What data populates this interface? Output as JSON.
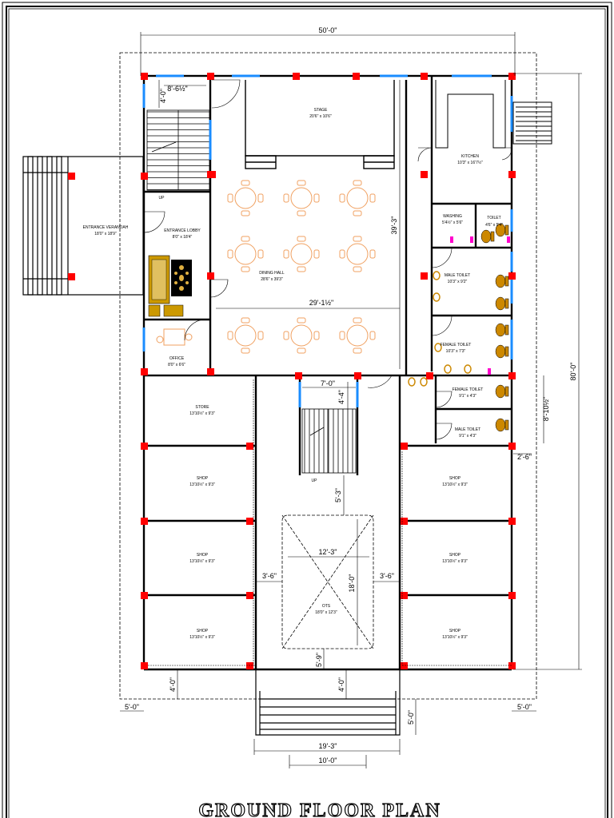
{
  "title": "GROUND FLOOR PLAN",
  "colors": {
    "column": "#ff0000",
    "window": "#1a8cff",
    "furniture": "#f0a060",
    "fixture": "#cc8800",
    "magenta": "#ff00cc"
  },
  "rooms": {
    "stage": {
      "name": "STAGE",
      "size": "20'6\" x 10'6\""
    },
    "kitchen": {
      "name": "KITCHEN",
      "size": "10'3\" x 16'7½\""
    },
    "washing": {
      "name": "WASHING",
      "size": "5'4½\" x 5'6\""
    },
    "toilet": {
      "name": "TOILET",
      "size": "4'6\" x 5'4\""
    },
    "male_toilet_1": {
      "name": "MALE TOILET",
      "size": "10'3\" x 9'2\""
    },
    "female_toilet_1": {
      "name": "FEMALE TOILET",
      "size": "10'3\" x 7'3\""
    },
    "female_toilet_2": {
      "name": "FEMALE TOILET",
      "size": "9'1\" x 4'3\""
    },
    "male_toilet_2": {
      "name": "MALE TOILET",
      "size": "9'1\" x 4'3\""
    },
    "verandah": {
      "name": "ENTRANCE VERANDAH",
      "size": "18'0\" x 18'9\""
    },
    "lobby": {
      "name": "ENTRANCE LOBBY",
      "size": "8'0\" x 18'4\""
    },
    "dining": {
      "name": "DINING HALL",
      "size": "28'6\" x 39'3\""
    },
    "office": {
      "name": "OFFICE",
      "size": "8'0\" x 6'6\""
    },
    "store": {
      "name": "STORE",
      "size": "13'10½\" x 9'3\""
    },
    "shop_l1": {
      "name": "SHOP",
      "size": "13'10½\" x 9'3\""
    },
    "shop_l2": {
      "name": "SHOP",
      "size": "13'10½\" x 9'3\""
    },
    "shop_l3": {
      "name": "SHOP",
      "size": "13'10½\" x 9'3\""
    },
    "shop_r1": {
      "name": "SHOP",
      "size": "13'10½\" x 9'3\""
    },
    "shop_r2": {
      "name": "SHOP",
      "size": "13'10½\" x 9'3\""
    },
    "shop_r3": {
      "name": "SHOP",
      "size": "13'10½\" x 9'3\""
    },
    "ots": {
      "name": "OTS",
      "size": "18'0\" x 12'3\""
    }
  },
  "dims": {
    "overall_width": "50'-0\"",
    "overall_depth": "80'-0\"",
    "stair_top": "8'-6½\"",
    "stair_left": "4'-0\"",
    "hall_depth": "39'-3\"",
    "hall_width": "29'-1½\"",
    "stair2_w": "7'-0\"",
    "stair2_h": "4'-4\"",
    "toilet_h": "8'-10½\"",
    "small": "2'-6\"",
    "ots_w": "12'-3\"",
    "ots_h": "18'-0\"",
    "ots_top": "5'-3\"",
    "ots_left": "3'-6\"",
    "ots_right": "3'-6\"",
    "ots_bottom": "5'-9\"",
    "front_l": "4'-0\"",
    "front_r": "4'-0\"",
    "margin_l": "5'-0\"",
    "margin_r": "5'-0\"",
    "steps_d": "5'-0\"",
    "steps_w": "19'-3\"",
    "steps_inner": "10'-0\""
  },
  "labels": {
    "up1": "UP",
    "up2": "UP"
  }
}
